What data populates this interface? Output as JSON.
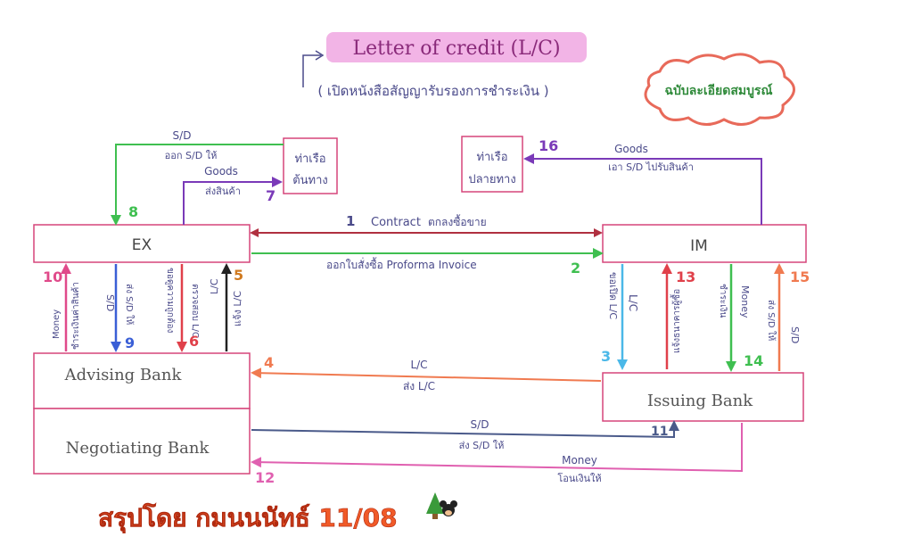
{
  "title": "Letter of credit (L/C)",
  "subtitle": "( เปิดหนังสือสัญญารับรองการชำระเงิน )",
  "badge": "ฉบับละเอียดสมบูรณ์",
  "boxes": {
    "ex": "EX",
    "im": "IM",
    "advising": "Advising Bank",
    "negotiating": "Negotiating Bank",
    "issuing": "Issuing Bank",
    "port_origin": [
      "ท่าเรือ",
      "ต้นทาง"
    ],
    "port_dest": [
      "ท่าเรือ",
      "ปลายทาง"
    ]
  },
  "steps": {
    "s1": {
      "num": "1",
      "label": "Contract",
      "sub": "ตกลงซื้อขาย"
    },
    "s2": {
      "num": "2",
      "label": "ออกใบสั่งซื้อ Proforma Invoice"
    },
    "s3": {
      "num": "3",
      "label": "L/C",
      "sub": "ขอเปิด L/C"
    },
    "s4": {
      "num": "4",
      "label": "L/C",
      "sub": "ส่ง L/C"
    },
    "s5": {
      "num": "5",
      "label": "L/C",
      "sub": "แจ้ง L/C"
    },
    "s6": {
      "num": "6",
      "label": "ตรวจสอบ L/C",
      "sub": "ขอดูความถูกต้อง"
    },
    "s7": {
      "num": "7",
      "label": "Goods",
      "sub": "ส่งสินค้า"
    },
    "s8": {
      "num": "8",
      "label": "S/D",
      "sub": "ออก S/D ให้"
    },
    "s9": {
      "num": "9",
      "label": "S/D",
      "sub": "ส่ง S/D ให้"
    },
    "s10": {
      "num": "10",
      "label": "Money",
      "sub": "ชำระเงินค่าสินค้า"
    },
    "s11": {
      "num": "11",
      "label": "S/D",
      "sub": "ส่ง S/D ให้"
    },
    "s12": {
      "num": "12",
      "label": "Money",
      "sub": "โอนเงินให้"
    },
    "s13": {
      "num": "13",
      "label": "แจ้งธนาคารผู้ซื้อ"
    },
    "s14": {
      "num": "14",
      "label": "Money",
      "sub": "ชำระเงิน"
    },
    "s15": {
      "num": "15",
      "label": "S/D",
      "sub": "ส่ง S/D ให้"
    },
    "s16": {
      "num": "16",
      "label": "Goods",
      "sub": "เอา S/D ไปรับสินค้า"
    }
  },
  "footer": "สรุปโดย กมนนนัทธ์ 11/08",
  "colors": {
    "title_highlight": "#f2b4e6",
    "title_text": "#8a2a7a",
    "box_border": "#d6457a",
    "contract": "#b03040",
    "proforma": "#3fbf50",
    "green": "#3fbf50",
    "purple": "#7a3ab8",
    "blue": "#3a5fd6",
    "cyan": "#4bb8e8",
    "pink": "#e04a8a",
    "red": "#e0404a",
    "black": "#222222",
    "orange": "#f07a50",
    "navy": "#4a5a8a",
    "magenta": "#e060b0",
    "footer": "#f05a28"
  }
}
